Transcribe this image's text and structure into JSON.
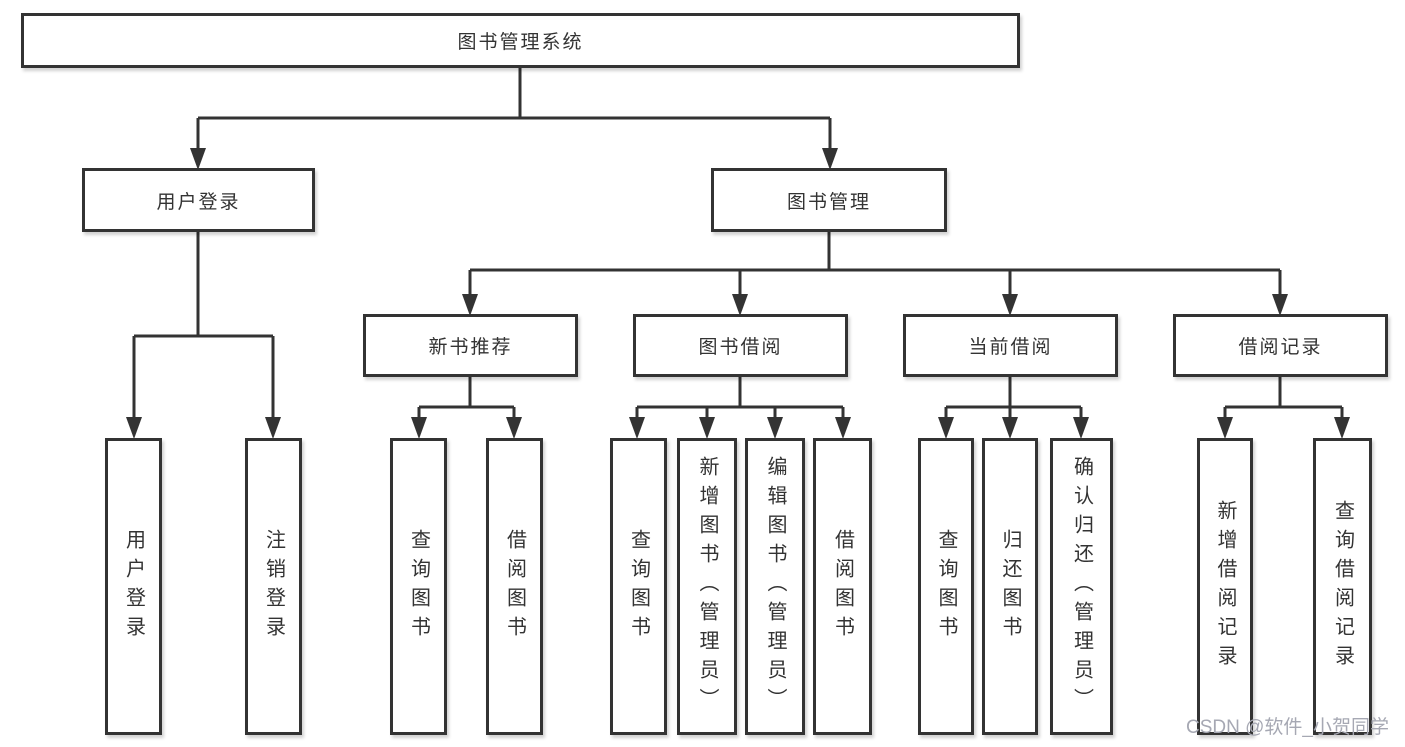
{
  "colors": {
    "line_color": "#333333",
    "text_color": "#333333",
    "bg_color": "#ffffff",
    "watermark_color": "#a6a8b3"
  },
  "watermark": {
    "text": "CSDN @软件_小贺同学"
  },
  "tree": {
    "root": {
      "label": "图书管理系统"
    },
    "branches": [
      {
        "label": "用户登录",
        "children": [
          {
            "label": "用户登录"
          },
          {
            "label": "注销登录"
          }
        ]
      },
      {
        "label": "图书管理",
        "children": [
          {
            "label": "新书推荐",
            "children": [
              {
                "label": "查询图书"
              },
              {
                "label": "借阅图书"
              }
            ]
          },
          {
            "label": "图书借阅",
            "children": [
              {
                "label": "查询图书"
              },
              {
                "label": "新增图书（管理员）"
              },
              {
                "label": "编辑图书（管理员）"
              },
              {
                "label": "借阅图书"
              }
            ]
          },
          {
            "label": "当前借阅",
            "children": [
              {
                "label": "查询图书"
              },
              {
                "label": "归还图书"
              },
              {
                "label": "确认归还（管理员）"
              }
            ]
          },
          {
            "label": "借阅记录",
            "children": [
              {
                "label": "新增借阅记录"
              },
              {
                "label": "查询借阅记录"
              }
            ]
          }
        ]
      }
    ]
  }
}
